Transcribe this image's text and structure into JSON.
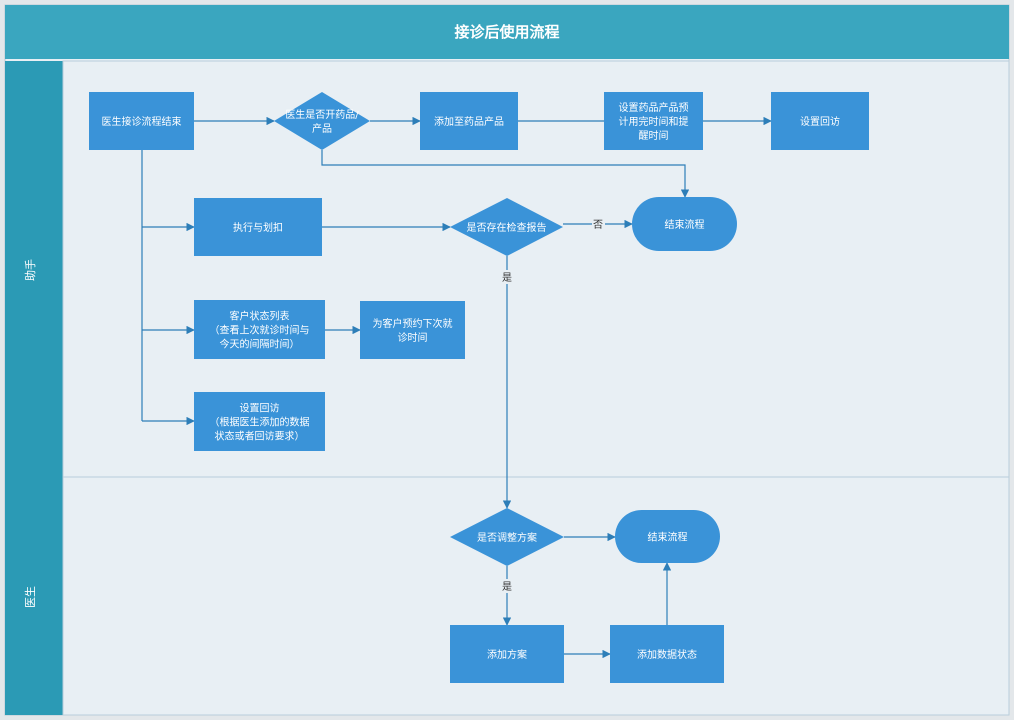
{
  "title": "接诊后使用流程",
  "lanes": {
    "assistant": "助手",
    "doctor": "医生"
  },
  "nodes": {
    "consult_end": [
      "医生接诊流程结束"
    ],
    "drug_decision": [
      "医生是否开药品/",
      "产品"
    ],
    "add_drug": [
      "添加至药品产品"
    ],
    "set_drug_time": [
      "设置药品产品预",
      "计用完时间和提",
      "醒时间"
    ],
    "set_followup_top": [
      "设置回访"
    ],
    "end_flow_top": [
      "结束流程"
    ],
    "execute_deduct": [
      "执行与划扣"
    ],
    "report_decision": [
      "是否存在检查报告"
    ],
    "customer_status": [
      "客户状态列表",
      "（查看上次就诊时间与",
      "今天的间隔时间）"
    ],
    "book_next": [
      "为客户预约下次就",
      "诊时间"
    ],
    "set_followup_bottom": [
      "设置回访",
      "（根据医生添加的数据",
      "状态或者回访要求）"
    ],
    "adjust_decision": [
      "是否调整方案"
    ],
    "end_flow_bottom": [
      "结束流程"
    ],
    "add_plan": [
      "添加方案"
    ],
    "add_data_status": [
      "添加数据状态"
    ]
  },
  "edge_labels": {
    "no": "否",
    "yes_report": "是",
    "yes_adjust": "是"
  },
  "colors": {
    "header": "#3aa6bf",
    "lane_header": "#2b9ab5",
    "lane_bg": "#e8eff4",
    "node": "#3a93d8",
    "edge": "#2d7eb8"
  }
}
